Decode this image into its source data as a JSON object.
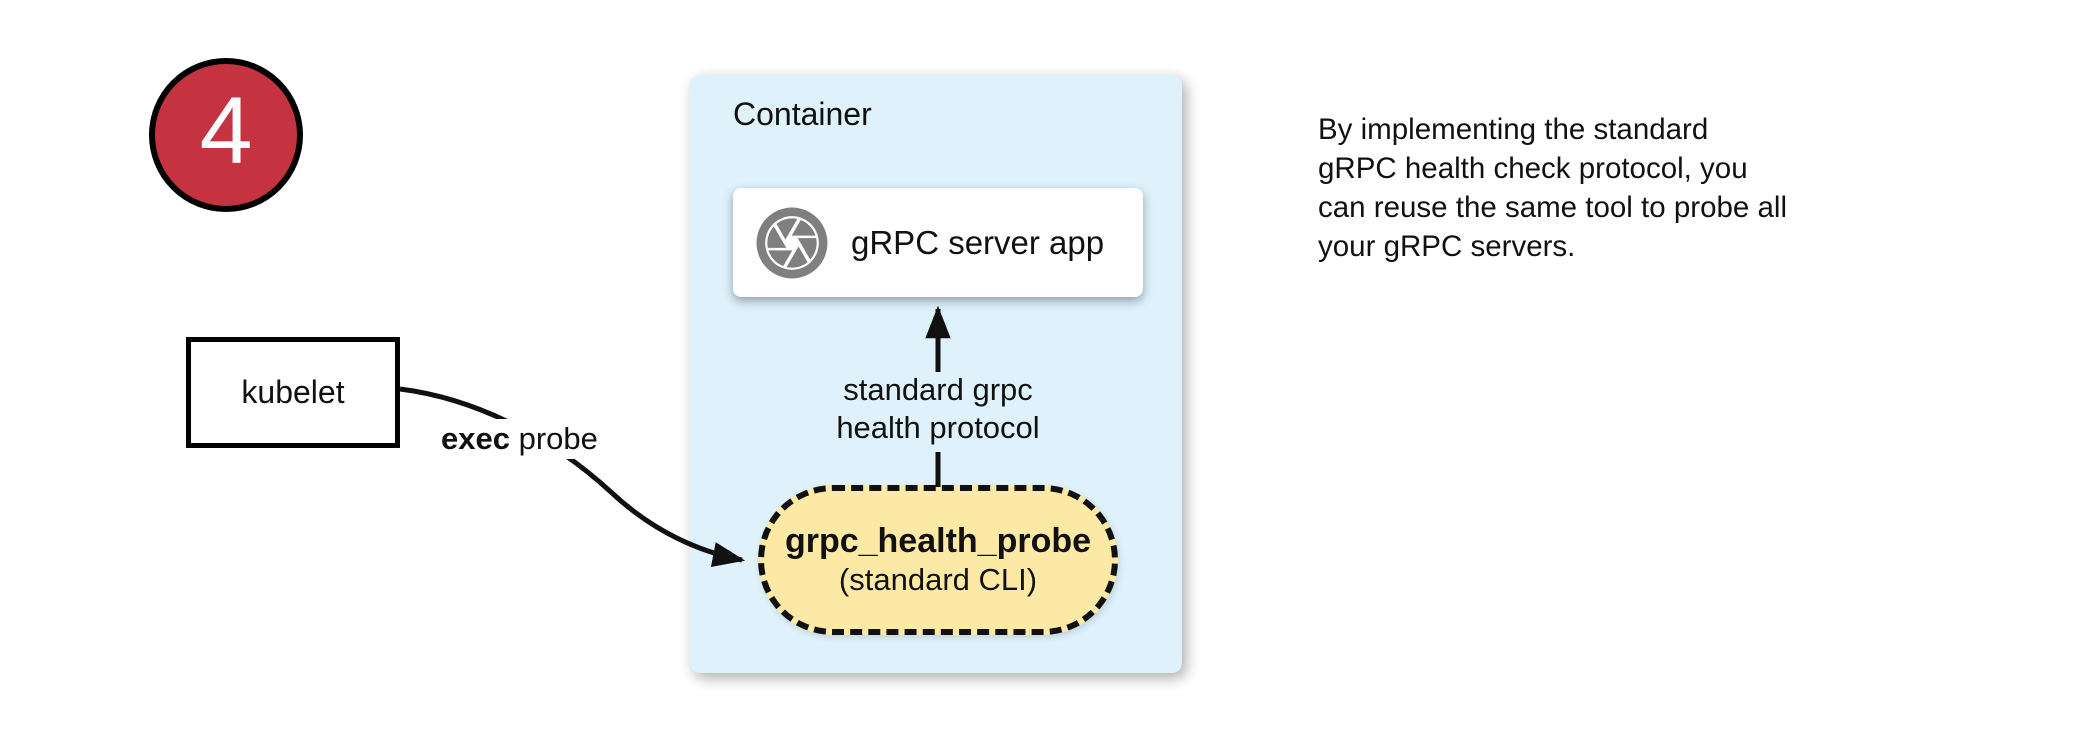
{
  "badge": {
    "number": "4",
    "color": "#C4333F"
  },
  "kubelet": {
    "label": "kubelet"
  },
  "exec_probe_arrow": {
    "label_bold": "exec",
    "label_rest": " probe"
  },
  "container": {
    "label": "Container",
    "bg_color": "#DFF2FB",
    "server_box": {
      "icon": "aperture-icon",
      "icon_color": "#7F7F7F",
      "label": "gRPC server app"
    },
    "protocol_arrow": {
      "label_line1": "standard grpc",
      "label_line2": "health protocol"
    },
    "probe_pill": {
      "title": "grpc_health_probe",
      "subtitle": "(standard CLI)",
      "bg_color": "#FCE9A5"
    }
  },
  "note": {
    "lines": [
      "By implementing the standard",
      "gRPC health check protocol, you",
      "can reuse the same tool to probe all",
      "your gRPC servers."
    ]
  }
}
